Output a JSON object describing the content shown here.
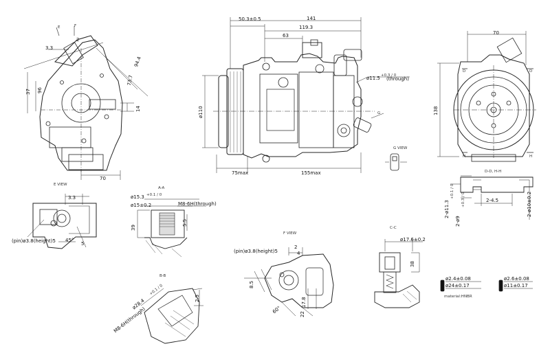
{
  "views": {
    "e_view": "E VIEW",
    "a_a": "A-A",
    "b_b": "B-B",
    "f_view": "F VIEW",
    "c_c": "C-C",
    "g_view": "G VIEW",
    "d_d_h_h": "D-D, H-H"
  },
  "side_view": {
    "dim_33": "3.3",
    "dim_2": "2",
    "dim_944": "94.4",
    "dim_737": "73.7",
    "dim_37": "37",
    "dim_96": "96",
    "dim_14": "14",
    "dim_70": "70",
    "marker_e": "E",
    "marker_f": "F"
  },
  "front_view": {
    "dim_503": "50.3±0.5",
    "dim_141": "141",
    "dim_1193": "119.3",
    "dim_63": "63",
    "dim_115": "ø11.5",
    "dim_115_tol": "+0.3 / 0",
    "dim_115_note": "(through)",
    "dim_110": "ø110",
    "dim_75max": "75max",
    "dim_155max": "155max",
    "marker_g": "G"
  },
  "end_view": {
    "dim_70": "70",
    "dim_138": "138",
    "marker_d": "D",
    "marker_h": "H"
  },
  "dd_hh": {
    "dim_45": "2-4.5",
    "dim_113": "2-ø11.3",
    "dim_113_tol": "+0.1 / 0",
    "dim_9": "2-ø9",
    "dim_9_tol": "+0.3 / 0",
    "dim_10": "2-ø10±0.2"
  },
  "e_view_sec": {
    "dim_33": "3.3",
    "dim_45": "45°",
    "dim_5": "5",
    "pin": "(pin)ø3.8(height)5"
  },
  "aa": {
    "dim_153": "ø15.3",
    "dim_153_tol": "+0.1 / 0",
    "dim_15": "ø15±0.2",
    "thread": "M8-6H(through)",
    "dim_39": "39",
    "dim_55": "5.5"
  },
  "bb": {
    "dim_284": "ø28.4",
    "dim_284_tol": "+0.1 / 0",
    "thread": "M8-6H(through)",
    "dim_25": "2.5"
  },
  "fview": {
    "pin": "(pin)ø3.8(height)5",
    "dim_2": "2",
    "dim_4": "4",
    "dim_85": "8.5",
    "dim_178": "17.8",
    "dim_22": "22",
    "dim_60": "60°"
  },
  "cc": {
    "dim_176": "ø17.6±0.2",
    "dim_38": "38"
  },
  "orings": {
    "ring1_a": "ø2.4±0.08",
    "ring1_b": "ø24±0.17",
    "ring2_a": "ø2.6±0.08",
    "ring2_b": "ø11±0.17",
    "material": "material:HNBR"
  }
}
